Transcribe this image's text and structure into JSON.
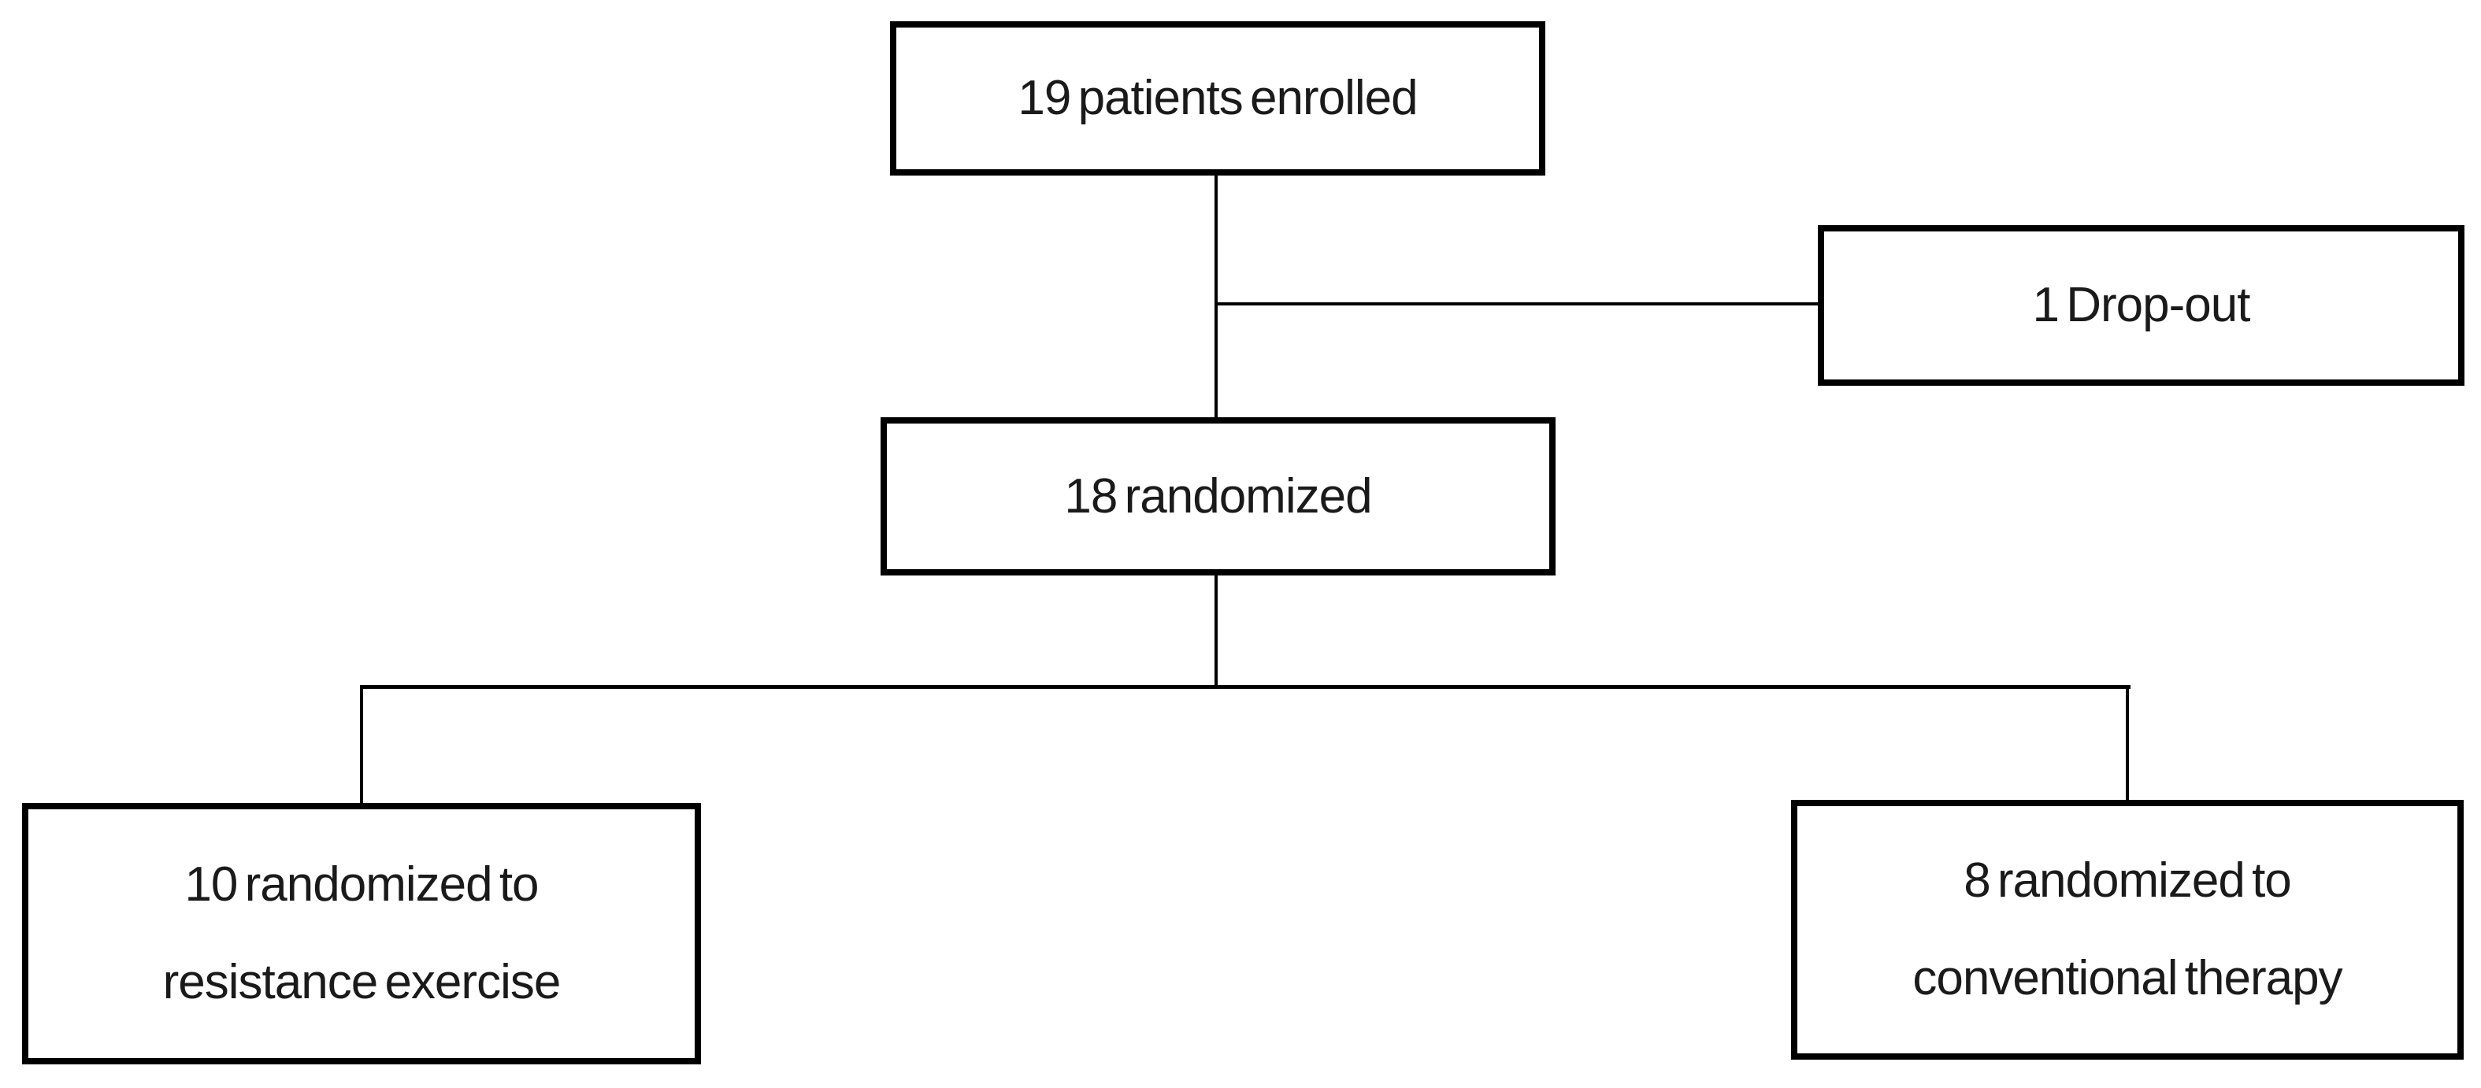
{
  "figure": {
    "type": "patient-flow-diagram",
    "colors": {
      "background": "#ffffff",
      "line": "#000000",
      "text": "#1a1a1a"
    }
  },
  "nodes": {
    "enrolled": {
      "label": "19 patients enrolled"
    },
    "dropout": {
      "label": "1 Drop-out"
    },
    "randomized": {
      "label": "18 randomized"
    },
    "resistance": {
      "label_line1": "10 randomized to",
      "label_line2": "resistance exercise"
    },
    "conventional": {
      "label_line1": "8 randomized to",
      "label_line2": "conventional therapy"
    }
  }
}
